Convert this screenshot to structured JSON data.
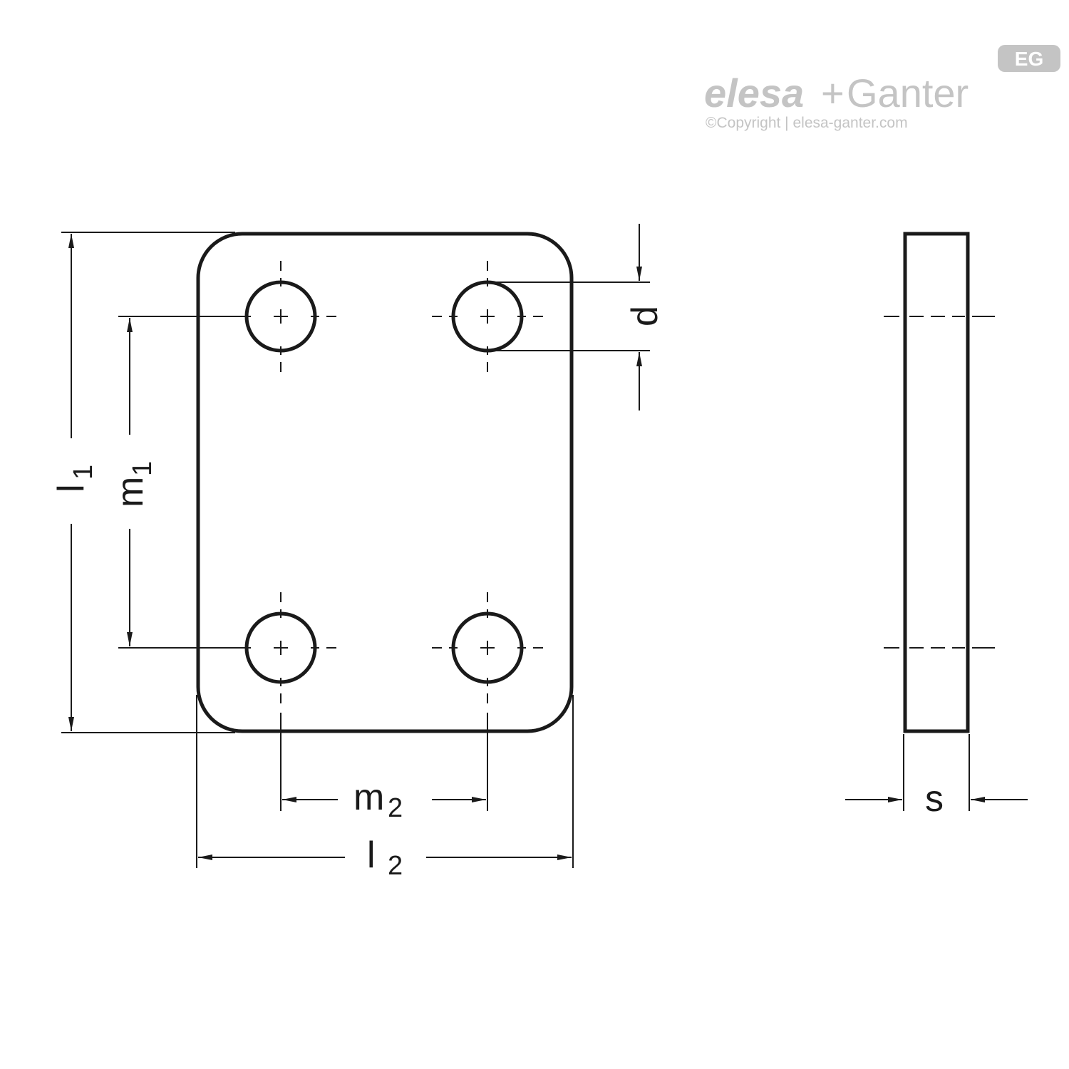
{
  "logo": {
    "brand_left": "elesa",
    "plus": "+",
    "brand_right": "Ganter",
    "badge": "EG",
    "copyright": "©Copyright | elesa-ganter.com",
    "color": "#c4c4c4"
  },
  "dimensions": {
    "l1": {
      "main": "l",
      "sub": "1"
    },
    "m1": {
      "main": "m",
      "sub": "1"
    },
    "d": {
      "main": "d"
    },
    "m2": {
      "main": "m",
      "sub": "2"
    },
    "l2": {
      "main": "l",
      "sub": "2"
    },
    "s": {
      "main": "s"
    }
  },
  "colors": {
    "line": "#1a1a1a",
    "background": "#ffffff"
  }
}
